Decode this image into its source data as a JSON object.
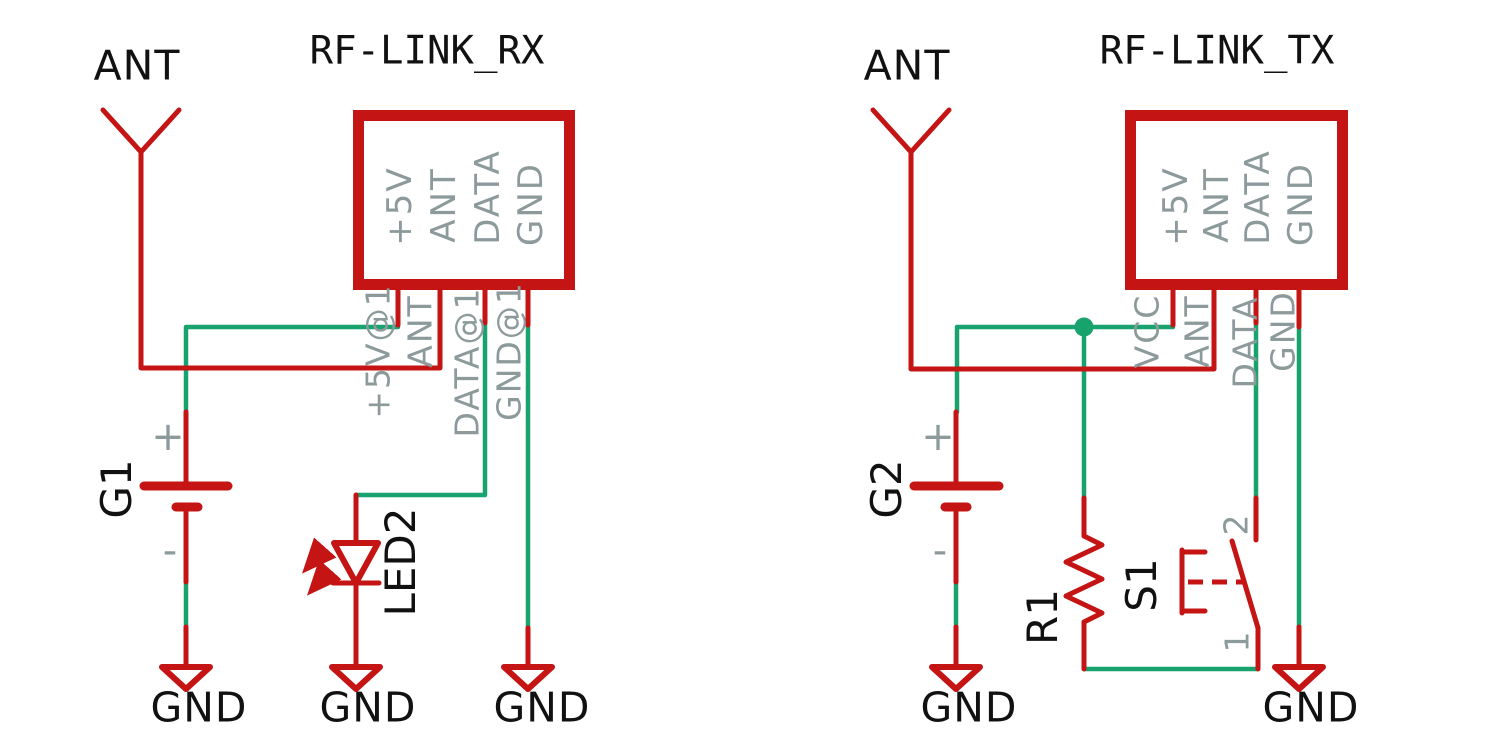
{
  "colors": {
    "component_red": "#C41414",
    "wire_green": "#18A26D",
    "pin_text_gray": "#8C9A9B",
    "text_black": "#111111",
    "background": "#FFFFFF"
  },
  "rx": {
    "title": "RF-LINK_RX",
    "antenna_label": "ANT",
    "module_pins": [
      "+5V",
      "ANT",
      "DATA",
      "GND"
    ],
    "pin_nets": [
      "+5V@1",
      "ANT",
      "DATA@1",
      "GND@1"
    ],
    "battery_ref": "G1",
    "battery_plus": "+",
    "battery_minus": "-",
    "led_ref": "LED2",
    "gnd_labels": [
      "GND",
      "GND",
      "GND"
    ]
  },
  "tx": {
    "title": "RF-LINK_TX",
    "antenna_label": "ANT",
    "module_pins": [
      "+5V",
      "ANT",
      "DATA",
      "GND"
    ],
    "pin_nets": [
      "VCC",
      "ANT",
      "DATA",
      "GND"
    ],
    "battery_ref": "G2",
    "battery_plus": "+",
    "battery_minus": "-",
    "resistor_ref": "R1",
    "switch_ref": "S1",
    "switch_pin_numbers": [
      "1",
      "2"
    ],
    "gnd_labels": [
      "GND",
      "GND"
    ]
  }
}
